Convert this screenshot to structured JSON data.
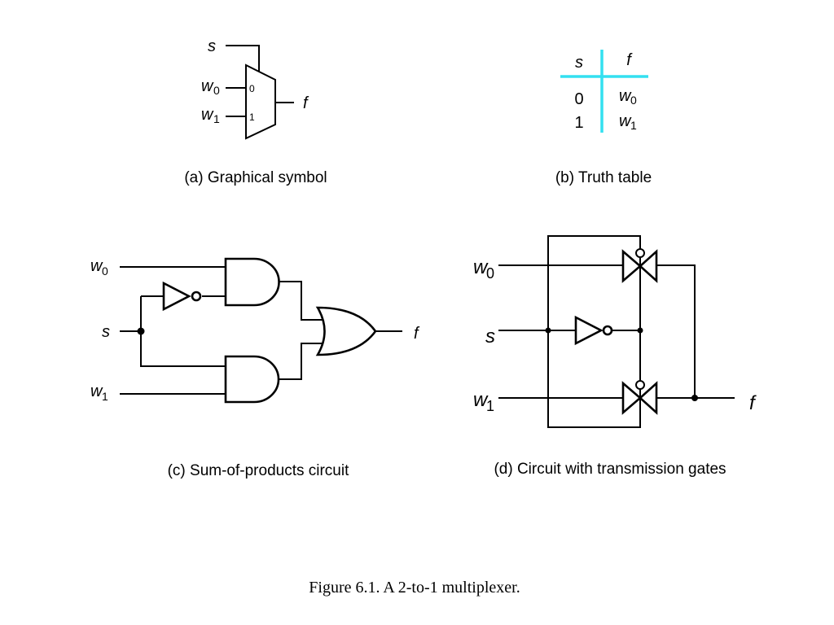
{
  "symbol": {
    "select": "s",
    "input0": "w",
    "input0_sub": "0",
    "input1": "w",
    "input1_sub": "1",
    "pin0": "0",
    "pin1": "1",
    "output": "f",
    "caption": "(a) Graphical symbol"
  },
  "truth_table": {
    "col_s": "s",
    "col_f": "f",
    "rows": [
      {
        "s": "0",
        "f": "w",
        "f_sub": "0"
      },
      {
        "s": "1",
        "f": "w",
        "f_sub": "1"
      }
    ],
    "divider_color": "#33e0f0",
    "caption": "(b) Truth table"
  },
  "sop": {
    "input0": "w",
    "input0_sub": "0",
    "select": "s",
    "input1": "w",
    "input1_sub": "1",
    "output": "f",
    "caption": "(c) Sum-of-products circuit"
  },
  "tgate": {
    "input0": "w",
    "input0_sub": "0",
    "select": "s",
    "input1": "w",
    "input1_sub": "1",
    "output": "f",
    "caption": "(d) Circuit with transmission gates"
  },
  "figure_caption": "Figure 6.1.  A 2-to-1 multiplexer."
}
